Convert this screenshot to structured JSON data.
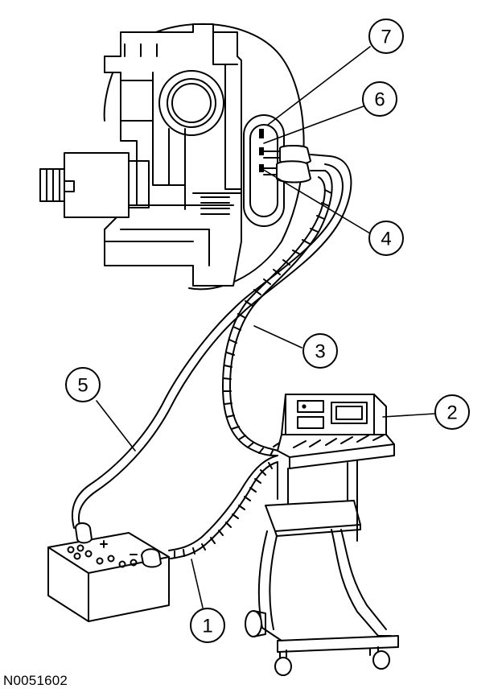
{
  "figure": {
    "id_label": "N0051602",
    "callouts": [
      {
        "number": "1",
        "target": "negative-battery-clamp-cable"
      },
      {
        "number": "2",
        "target": "charger-tester-unit"
      },
      {
        "number": "3",
        "target": "coiled-test-lead"
      },
      {
        "number": "4",
        "target": "lower-connector-terminal"
      },
      {
        "number": "5",
        "target": "positive-battery-clamp-cable"
      },
      {
        "number": "6",
        "target": "middle-connector-terminal"
      },
      {
        "number": "7",
        "target": "upper-connector-terminal"
      }
    ]
  }
}
